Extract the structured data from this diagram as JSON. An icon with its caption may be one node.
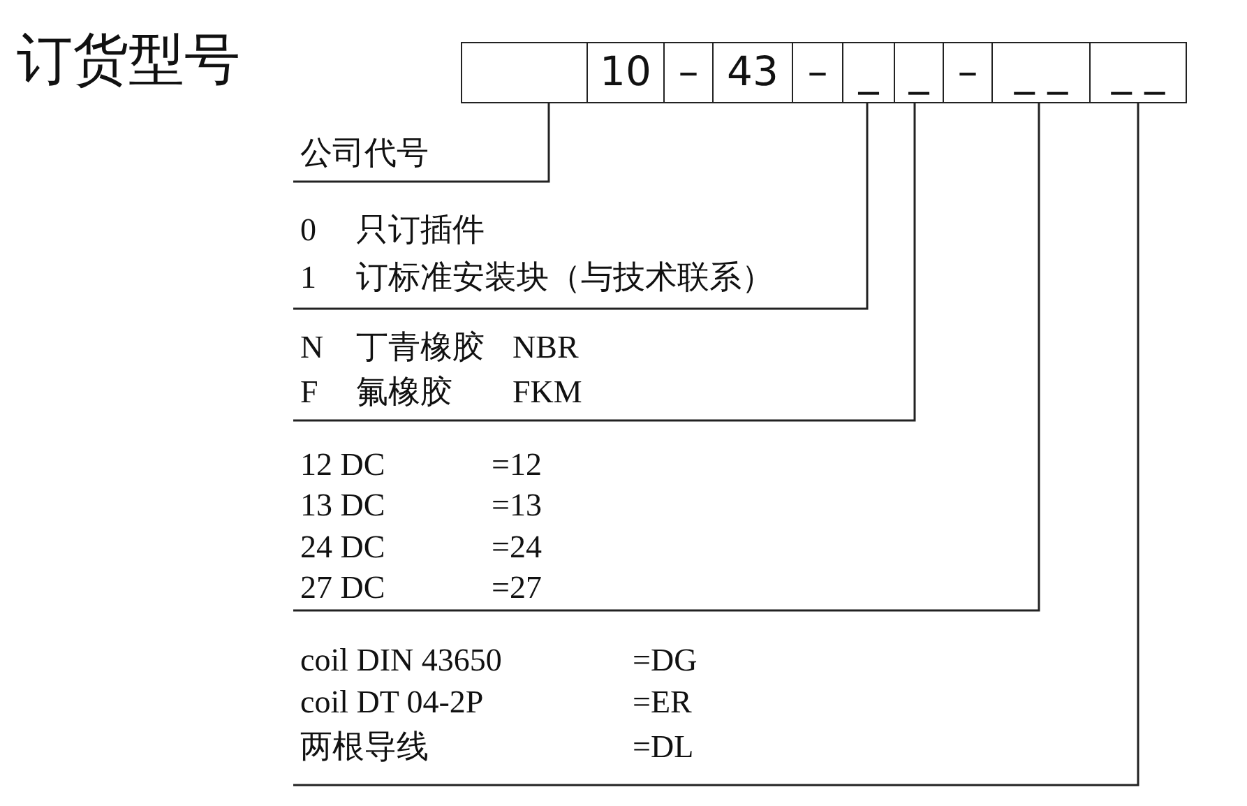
{
  "diagram": {
    "title": "订货型号",
    "nodes": [
      {
        "text": [],
        "shape": "box"
      },
      {
        "text": [
          "10"
        ]
      },
      {
        "text": [
          "–"
        ]
      },
      {
        "text": [
          "43"
        ]
      },
      {
        "text": [
          "–"
        ]
      },
      {
        "text": [
          "_"
        ]
      },
      {
        "text": [
          "_"
        ]
      },
      {
        "text": [
          "–"
        ]
      },
      {
        "text": [
          "_ _"
        ]
      },
      {
        "text": [
          "_ _"
        ]
      },
      {
        "text": [
          "公司代号"
        ]
      },
      {
        "text": [
          "0",
          "只订插件",
          "1",
          "订标准安装块（与技术联系）"
        ]
      },
      {
        "text": [
          "N",
          "丁青橡胶",
          "NBR",
          "F",
          "氟橡胶",
          "FKM"
        ]
      },
      {
        "text": [
          "12 DC",
          "=12",
          "13 DC",
          "=13",
          "24 DC",
          "=24",
          "27 DC",
          "=27"
        ]
      },
      {
        "text": [
          "coil DIN 43650",
          "=DG",
          "coil DT 04-2P",
          "=ER",
          "两根导线",
          "=DL"
        ]
      }
    ],
    "edges": [
      {
        "from": 10,
        "to": 0,
        "arrow": "none"
      },
      {
        "from": 11,
        "to": 5,
        "arrow": "none"
      },
      {
        "from": 12,
        "to": 6,
        "arrow": "none"
      },
      {
        "from": 13,
        "to": 8,
        "arrow": "none"
      },
      {
        "from": 14,
        "to": 9,
        "arrow": "none"
      }
    ]
  }
}
